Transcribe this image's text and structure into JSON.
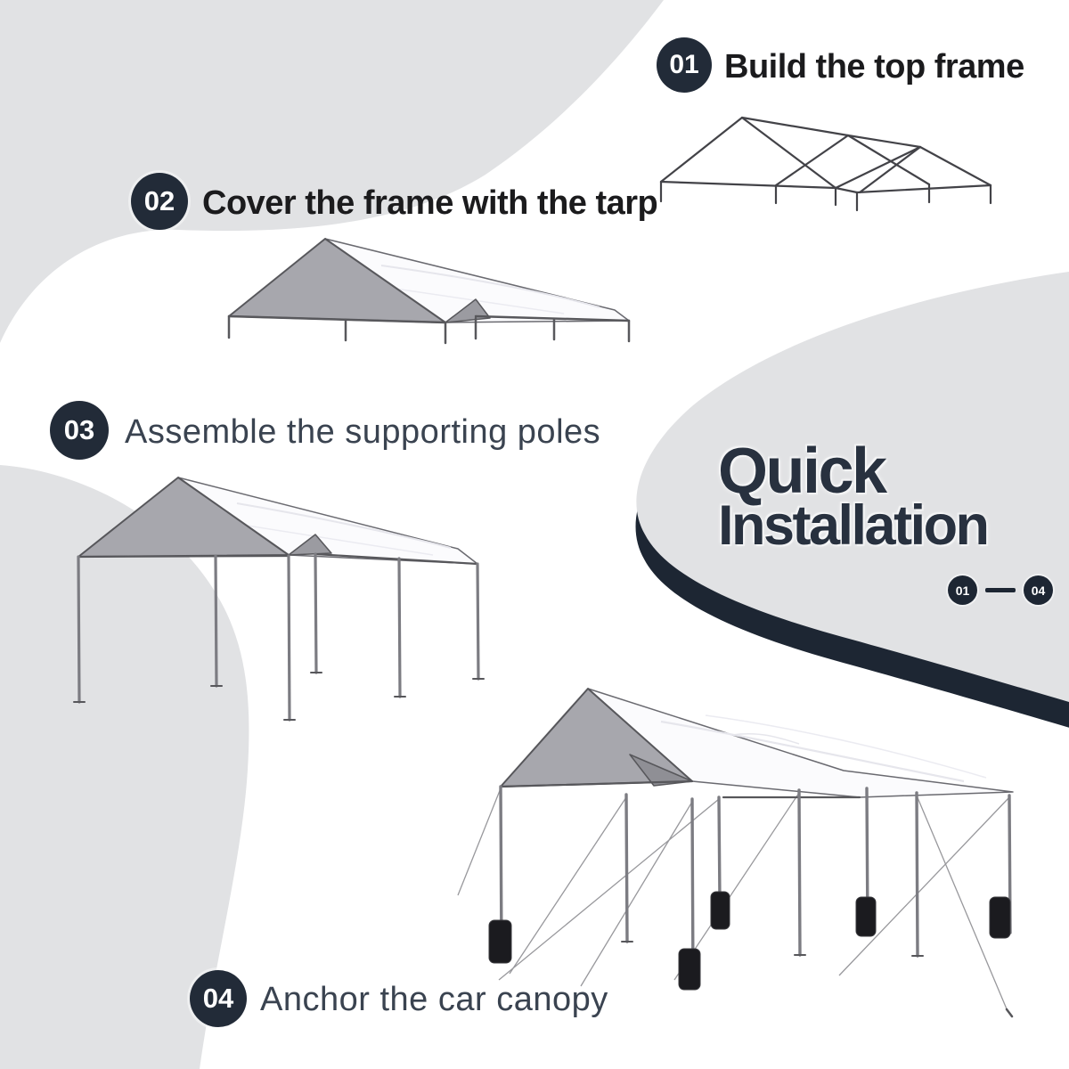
{
  "title": {
    "line1": "Quick",
    "line2": "Installation"
  },
  "range": {
    "start": "01",
    "end": "04"
  },
  "steps": [
    {
      "number": "01",
      "label": "Build the top frame"
    },
    {
      "number": "02",
      "label": "Cover the frame with the tarp"
    },
    {
      "number": "03",
      "label": "Assemble the supporting poles"
    },
    {
      "number": "04",
      "label": "Anchor the car canopy"
    }
  ],
  "illustrations": {
    "step1": "canopy-top-frame-wireframe",
    "step2": "canopy-frame-covered-with-tarp",
    "step3": "canopy-with-supporting-poles",
    "step4": "canopy-anchored-with-ropes-and-weight-bags"
  },
  "colors": {
    "background_gray": "#e1e2e4",
    "accent_navy": "#222b38",
    "swoosh_navy": "#1d2633",
    "title_navy": "#28313f",
    "step12_text": "#1b1b1d",
    "step34_text": "#3a4350",
    "tarp_gray": "#a7a7ad",
    "tarp_white": "#fbfbfd"
  }
}
